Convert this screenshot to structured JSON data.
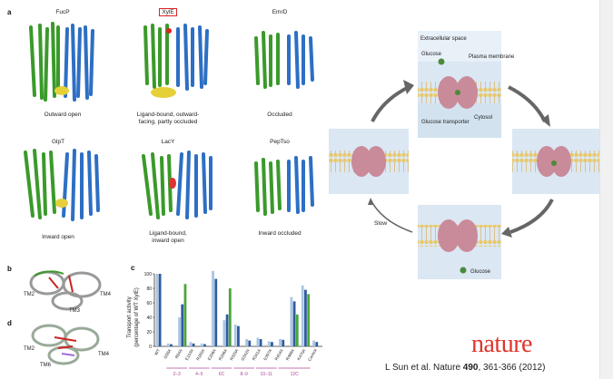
{
  "panel_a": {
    "letter": "a",
    "structures": [
      {
        "name": "FucP",
        "state": "Outward open"
      },
      {
        "name": "XylE",
        "state": "Ligand-bound, outward-facing, partly occluded"
      },
      {
        "name": "EmrD",
        "state": "Occluded"
      },
      {
        "name": "GlpT",
        "state": "Inward open"
      },
      {
        "name": "LacY",
        "state": "Ligand-bound, inward open"
      },
      {
        "name": "PepTso",
        "state": "Inward occluded"
      }
    ],
    "xyle_state_line1": "Ligand-bound, outward-",
    "xyle_state_line2": "facing, partly occluded",
    "lacy_state_line1": "Ligand-bound,",
    "lacy_state_line2": "inward open"
  },
  "panel_b": {
    "letter": "b",
    "labels": [
      "TM2",
      "TM4",
      "TM3"
    ]
  },
  "panel_d": {
    "letter": "d",
    "labels": [
      "TM2",
      "TM4",
      "TM6"
    ]
  },
  "chart_data": {
    "type": "bar",
    "letter": "c",
    "ylabel_line1": "Transport activity",
    "ylabel_line2": "(percentage of WT XylE)",
    "ylim": [
      0,
      100
    ],
    "yticks": [
      "0",
      "20",
      "40",
      "60",
      "80",
      "100"
    ],
    "categories": [
      "WT",
      "G58A",
      "R84A",
      "E153A",
      "R160A",
      "E206A",
      "R256A",
      "R329A",
      "G342A",
      "R341A",
      "E397A",
      "R404A",
      "R468A",
      "K470A",
      "Control"
    ],
    "series": [
      {
        "values": [
          100,
          4,
          40,
          6,
          4,
          104,
          36,
          30,
          10,
          12,
          7,
          10,
          68,
          84,
          8
        ],
        "color": "#a9c5e3"
      },
      {
        "values": [
          100,
          3,
          58,
          4,
          3,
          93,
          44,
          28,
          8,
          10,
          6,
          9,
          62,
          78,
          6
        ],
        "color": "#2f5c9e"
      },
      {
        "values": [
          0,
          0,
          86,
          0,
          0,
          0,
          80,
          0,
          0,
          0,
          0,
          0,
          44,
          72,
          0
        ],
        "color": "#4da53a"
      }
    ],
    "groups": [
      "2–3",
      "4–5",
      "6C",
      "8–9",
      "10–11",
      "12C"
    ]
  },
  "cycle": {
    "extracellular_label": "Extracellular space",
    "glucose_label": "Glucose",
    "membrane_label": "Plasma membrane",
    "cytosol_label": "Cytosol",
    "transporter_label": "Glucose transporter",
    "slow_label": "Slow",
    "glucose_bottom_label": "Glucose"
  },
  "brand": {
    "logo": "nature",
    "color": "#e0342b"
  },
  "citation": {
    "prefix": "L Sun et al. Nature ",
    "volume": "490",
    "pages": ", 361-366 (2012)"
  }
}
